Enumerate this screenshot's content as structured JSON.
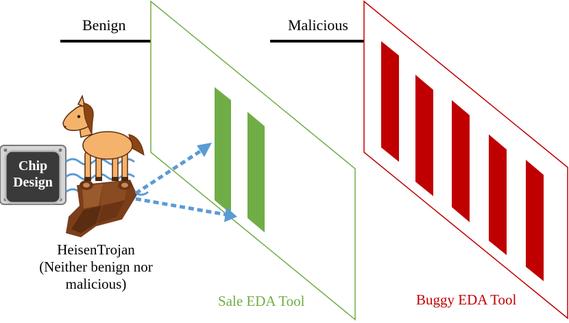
{
  "labels": {
    "benign": "Benign",
    "malicious": "Malicious",
    "safe_tool": "Sale EDA Tool",
    "buggy_tool": "Buggy EDA Tool",
    "chip_line1": "Chip",
    "chip_line2": "Design",
    "trojan_line1": "HeisenTrojan",
    "trojan_line2": "(Neither benign nor",
    "trojan_line3": "malicious)"
  },
  "colors": {
    "safe": "#70ad47",
    "buggy": "#c00000",
    "arrow": "#5b9bd5",
    "wave": "#5b9bd5",
    "horse_body": "#f4b26b",
    "horse_mane": "#8b4513",
    "chip_dark": "#3a3a3a",
    "chip_frame": "#9a9a9a"
  },
  "icons": {
    "chip": "chip-icon",
    "horse": "trojan-horse-icon",
    "base": "wooden-base-icon"
  }
}
